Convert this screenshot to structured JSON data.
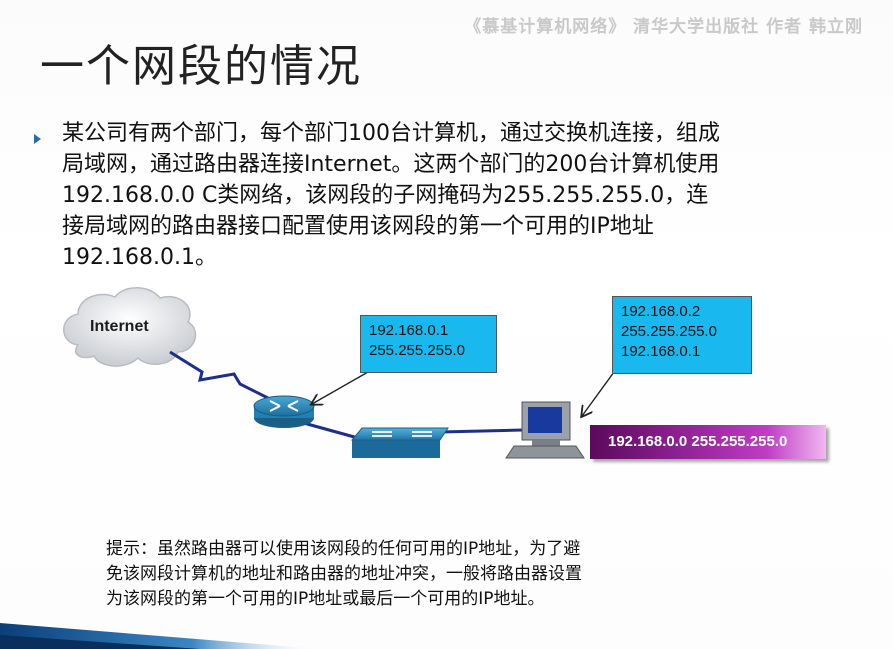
{
  "watermark": "《慕基计算机网络》 清华大学出版社 作者 韩立刚",
  "title": "一个网段的情况",
  "body": {
    "line1": "某公司有两个部门，每个部门100台计算机，通过交换机连接，组成",
    "line2": "局域网，通过路由器连接Internet。这两个部门的200台计算机使用",
    "line3": "192.168.0.0 C类网络，该网段的子网掩码为255.255.255.0，连",
    "line4": "接局域网的路由器接口配置使用该网段的第一个可用的IP地址",
    "line5": "192.168.0.1。"
  },
  "diagram": {
    "cloud_label": "Internet",
    "router_box": {
      "ip": "192.168.0.1",
      "mask": "255.255.255.0"
    },
    "pc_box": {
      "ip": "192.168.0.2",
      "mask": "255.255.255.0",
      "gateway": "192.168.0.1"
    },
    "lan_label": "192.168.0.0 255.255.255.0",
    "colors": {
      "box": "#19b9ef",
      "lan_gradient_start": "#5a0a5a",
      "lan_gradient_end": "#f0b8f0"
    }
  },
  "note": {
    "line1": "提示：虽然路由器可以使用该网段的任何可用的IP地址，为了避",
    "line2": "免该网段计算机的地址和路由器的地址冲突，一般将路由器设置",
    "line3": "为该网段的第一个可用的IP地址或最后一个可用的IP地址。"
  }
}
